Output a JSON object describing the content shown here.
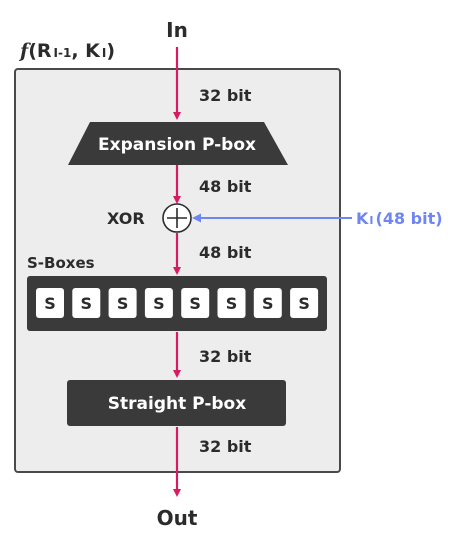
{
  "title": {
    "function_symbol": "f",
    "open_paren": "(",
    "arg1_base": "R",
    "arg1_sub": "I-1",
    "separator": ", ",
    "arg2_base": "K",
    "arg2_sub": "I",
    "close_paren": ")"
  },
  "input_label": "In",
  "output_label": "Out",
  "bit_labels": {
    "after_input": "32 bit",
    "after_expansion": "48 bit",
    "after_xor": "48 bit",
    "after_sboxes": "32 bit",
    "after_straight": "32 bit"
  },
  "expansion_box": "Expansion P-box",
  "xor_label": "XOR",
  "key_input": {
    "base": "K",
    "sub": "I",
    "bits": "(48 bit)"
  },
  "sboxes": {
    "title": "S-Boxes",
    "cells": [
      "S",
      "S",
      "S",
      "S",
      "S",
      "S",
      "S",
      "S"
    ]
  },
  "straight_box": "Straight P-box",
  "colors": {
    "flow_arrow": "#d81b60",
    "key_arrow": "#6f86f2",
    "box_fill": "#3a3a3a",
    "panel_fill": "#ededed",
    "panel_border": "#4a4a4a"
  }
}
